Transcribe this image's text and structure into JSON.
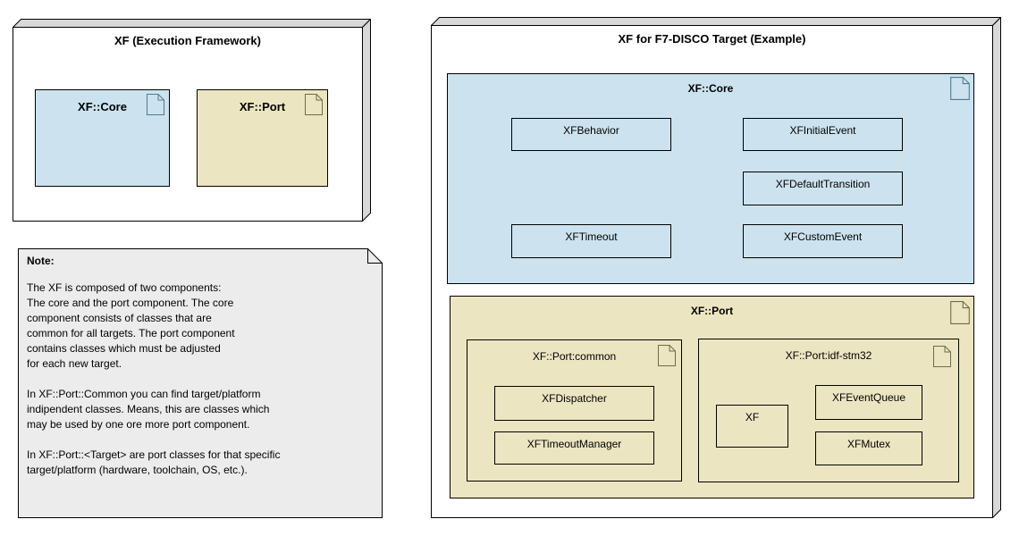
{
  "left_node": {
    "title": "XF (Execution Framework)",
    "packages": {
      "core": {
        "label": "XF::Core"
      },
      "port": {
        "label": "XF::Port"
      }
    }
  },
  "note": {
    "title": "Note:",
    "body": "The XF is composed of two components:\nThe core and the port component. The core\ncomponent consists of classes that are\ncommon for all targets. The port component\ncontains classes which must be adjusted\nfor each new target.\n\nIn XF::Port::Common you can find target/platform\nindipendent classes. Means, this are classes which\nmay be used by one ore more port component.\n\nIn XF::Port::<Target> are port classes for that specific\ntarget/platform (hardware, toolchain, OS, etc.)."
  },
  "right_node": {
    "title": "XF for F7-DISCO Target (Example)",
    "core": {
      "title": "XF::Core",
      "classes": {
        "behavior": "XFBehavior",
        "initial_event": "XFInitialEvent",
        "default_transition": "XFDefaultTransition",
        "timeout": "XFTimeout",
        "custom_event": "XFCustomEvent"
      }
    },
    "port": {
      "title": "XF::Port",
      "common": {
        "title": "XF::Port:common",
        "classes": {
          "dispatcher": "XFDispatcher",
          "timeout_manager": "XFTimeoutManager"
        }
      },
      "idf": {
        "title": "XF::Port:idf-stm32",
        "classes": {
          "xf": "XF",
          "event_queue": "XFEventQueue",
          "mutex": "XFMutex"
        }
      }
    }
  },
  "colors": {
    "core_fill": "#cce3ef",
    "port_fill": "#ece5c1",
    "note_fill": "#ececec",
    "node_side_fill": "#d8d8d8",
    "outline": "#000000",
    "core_icon_stroke": "#53788c",
    "port_icon_stroke": "#6d6d44"
  }
}
